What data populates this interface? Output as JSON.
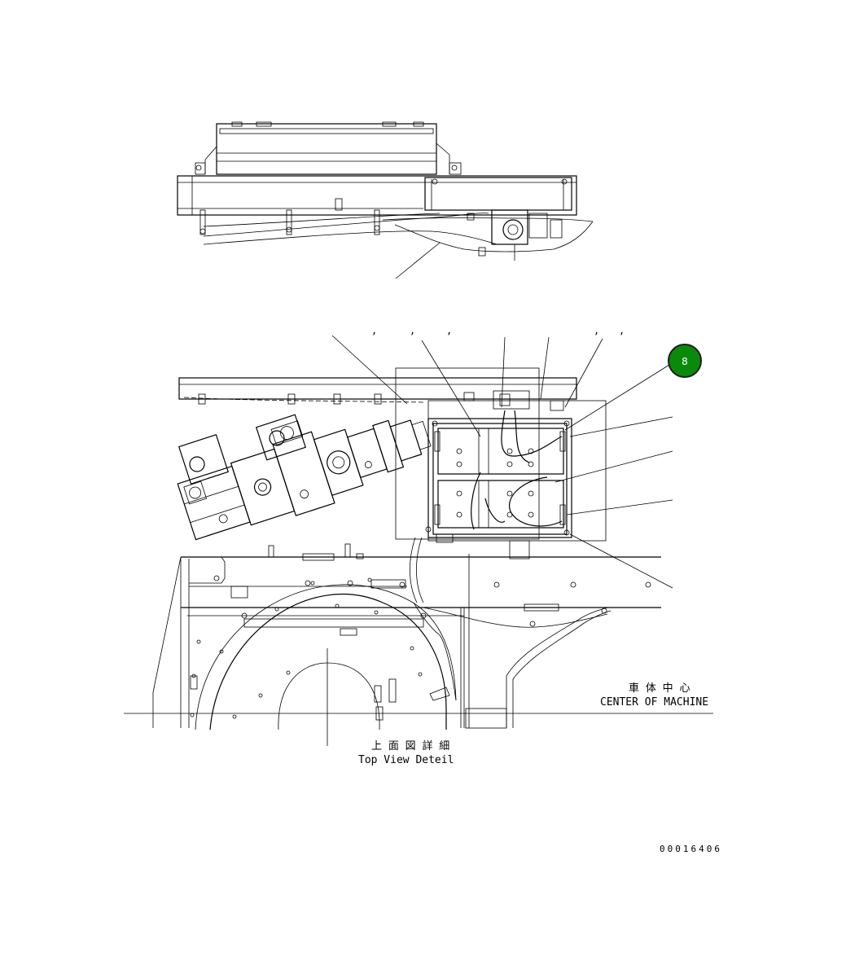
{
  "labels": {
    "center_jp": "車 体 中 心",
    "center_en": "CENTER OF MACHINE",
    "view_jp": "上 面 図 詳 細",
    "view_en": "Top View Deteil",
    "drawing_number": "00016406"
  },
  "callout": {
    "number": "8",
    "color": "#0a8a0a"
  },
  "comma_marks": [
    ",",
    ",",
    ",",
    ",",
    ","
  ]
}
